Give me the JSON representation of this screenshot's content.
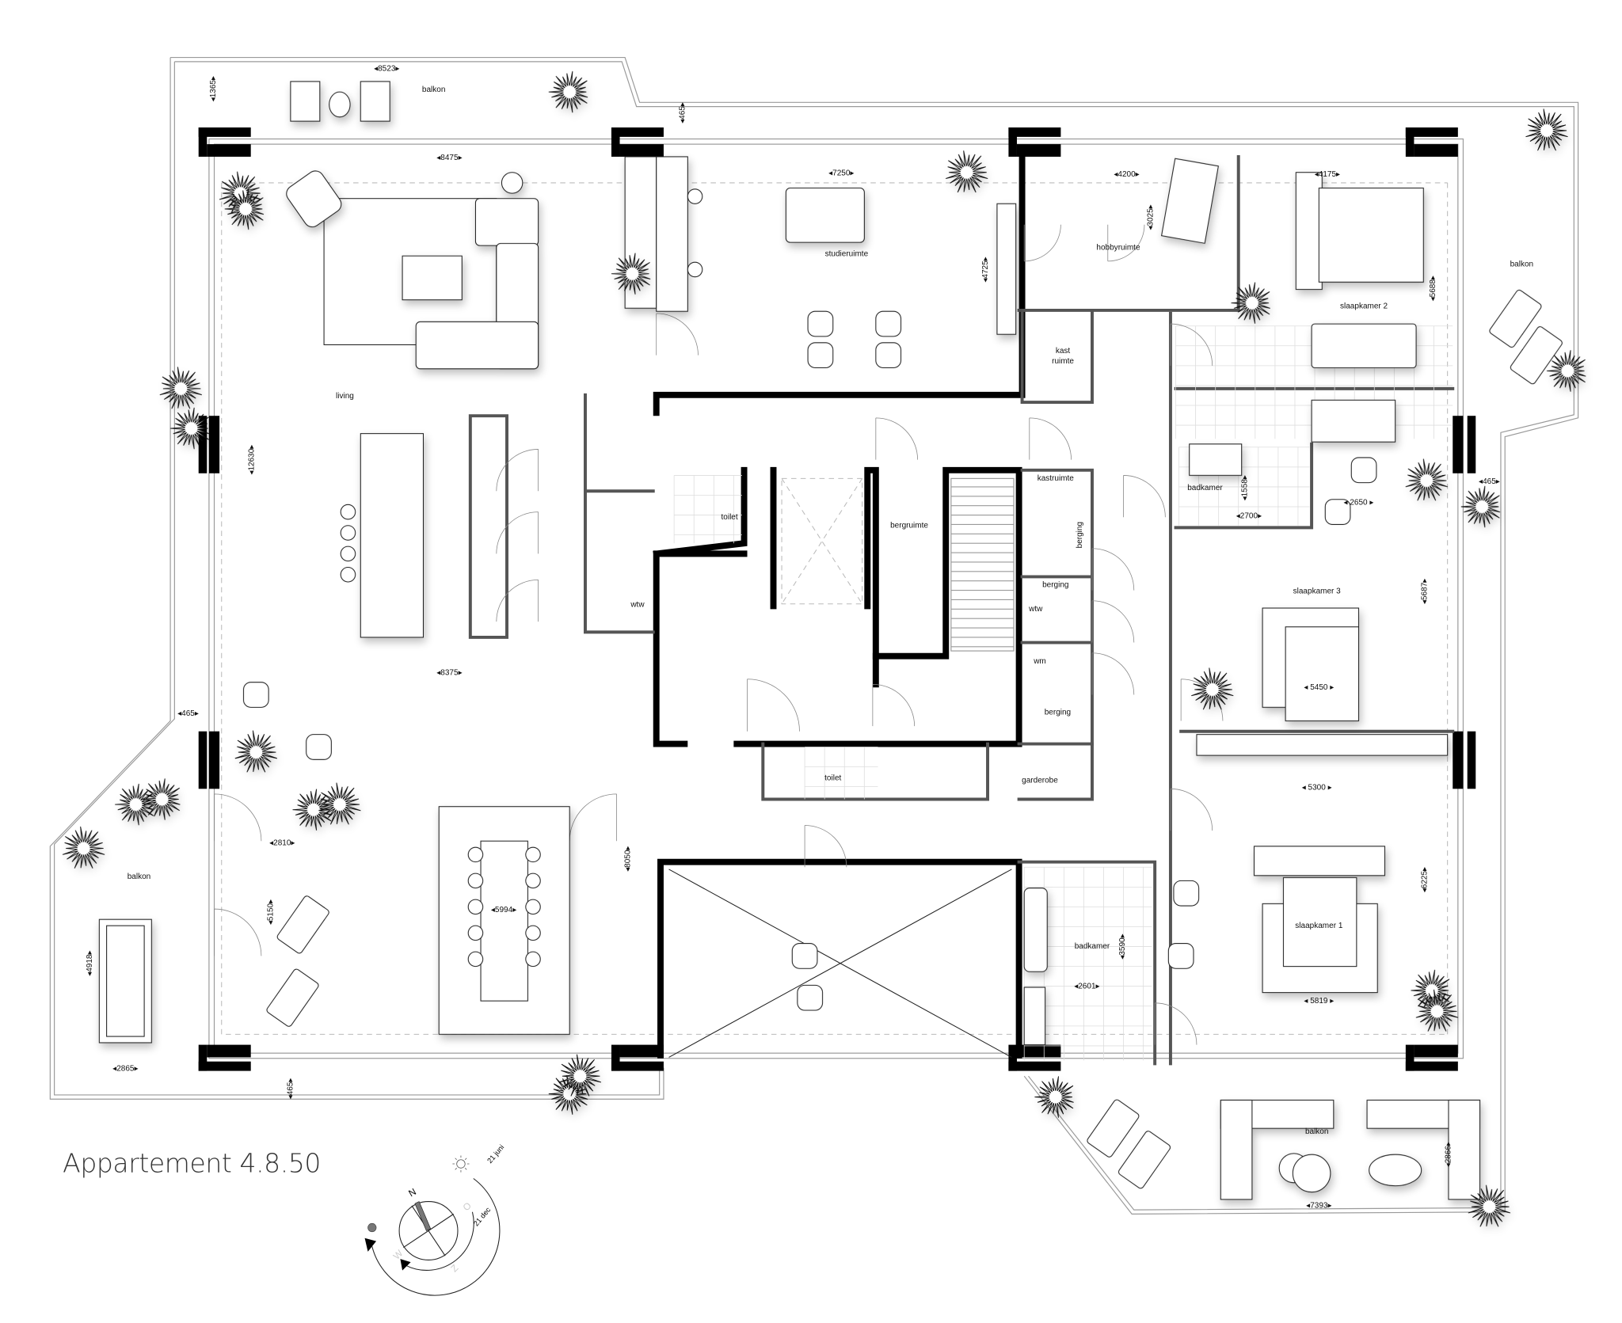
{
  "title": "Appartement 4.8.50",
  "rooms": {
    "living": "living",
    "studieruimte": "studieruimte",
    "hobbyruimte": "hobbyruimte",
    "kast_ruimte_line1": "kast",
    "kast_ruimte_line2": "ruimte",
    "slaapkamer_1": "slaapkamer 1",
    "slaapkamer_2": "slaapkamer 2",
    "slaapkamer_3": "slaapkamer 3",
    "badkamer_upper": "badkamer",
    "badkamer_lower": "badkamer",
    "kastruimte": "kastruimte",
    "bergruimte": "bergruimte",
    "berging_vertical": "berging",
    "berging_small": "berging",
    "berging_large": "berging",
    "toilet_upper": "toilet",
    "toilet_lower": "toilet",
    "wtw_left": "wtw",
    "wtw_right": "wtw",
    "wm": "wm",
    "garderobe": "garderobe",
    "balkon_top": "balkon",
    "balkon_right": "balkon",
    "balkon_left": "balkon",
    "balkon_bottom": "balkon"
  },
  "dimensions": {
    "balkon_top_width": "8523",
    "balkon_top_depth": "1365",
    "offset_top": "465",
    "living_width": "8475",
    "living_depth": "12630",
    "kitchen_width": "8375",
    "offset_left": "465",
    "garden_width": "2810",
    "garden_depth": "5150",
    "balkon_left_depth": "4918",
    "balkon_left_width": "2865",
    "offset_bottom": "465",
    "dining_width": "5994",
    "hall_depth": "8050",
    "studie_width": "7250",
    "studie_depth": "4725",
    "hobby_width": "4200",
    "hobby_depth": "3025",
    "slaapkamer2_width": "4175",
    "slaapkamer2_depth": "5688",
    "badkamer_upper_width": "2700",
    "badkamer_upper_depth": "1558",
    "slaapkamer3_nook": "2650",
    "offset_right": "465",
    "slaapkamer3_depth": "5687",
    "slaapkamer3_width": "5450",
    "slaapkamer1_top": "5300",
    "badkamer_lower_depth": "3590",
    "badkamer_lower_width": "2601",
    "slaapkamer1_width": "5819",
    "slaapkamer1_depth": "6225",
    "balkon_bottom_depth": "2866",
    "balkon_bottom_width": "7393"
  },
  "compass": {
    "north": "N",
    "east": "O",
    "south": "Z",
    "west": "W",
    "summer": "21 juni",
    "winter": "21 dec"
  },
  "colors": {
    "wall": "#000000",
    "partition": "#555555",
    "outline": "#9a9a9a",
    "compass_needle": "#777777"
  }
}
